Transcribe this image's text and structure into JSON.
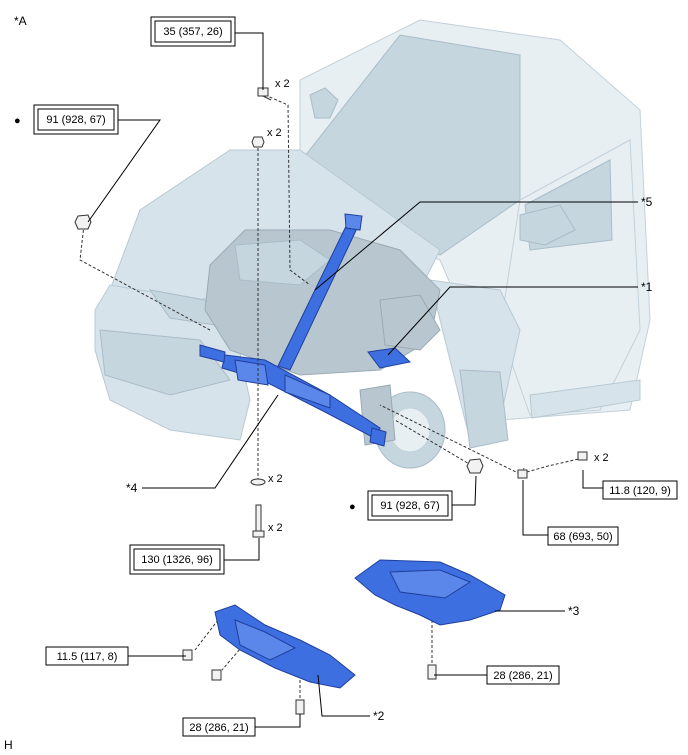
{
  "view_label": "*A",
  "corner_label": "H",
  "bullet": "●",
  "torque": {
    "t35": "35 (357, 26)",
    "t91a": "91 (928, 67)",
    "t91b": "91 (928, 67)",
    "t118": "11.8 (120, 9)",
    "t68": "68 (693, 50)",
    "t130": "130 (1326, 96)",
    "t115": "11.5 (117, 8)",
    "t28a": "28 (286, 21)",
    "t28b": "28 (286, 21)"
  },
  "qty": {
    "q1": "x 2",
    "q2": "x 2",
    "q3": "x 2",
    "q4": "x 2",
    "q5": "x 2"
  },
  "callouts": {
    "c5": "*5",
    "c1": "*1",
    "c4": "*4",
    "c3": "*3",
    "c2": "*2"
  },
  "colors": {
    "part_highlight": "#3e6fe0",
    "vehicle": "#d7e3ea"
  }
}
